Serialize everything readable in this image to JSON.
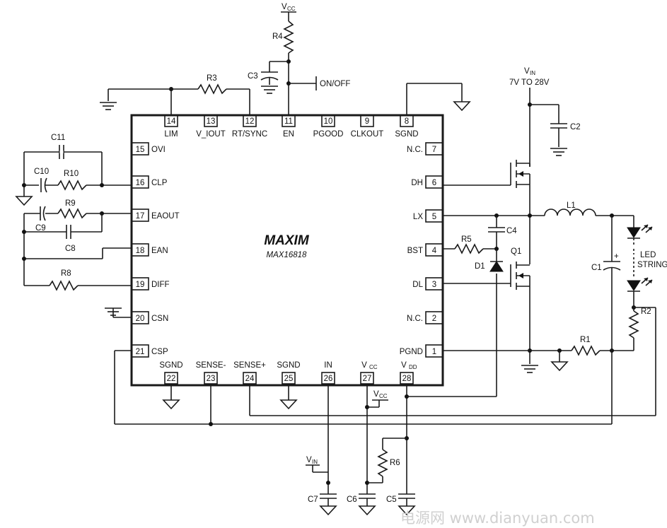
{
  "chip": {
    "logo": "MAXIM",
    "part": "MAX16818",
    "pins": [
      {
        "n": "1",
        "name": "PGND"
      },
      {
        "n": "2",
        "name": "N.C."
      },
      {
        "n": "3",
        "name": "DL"
      },
      {
        "n": "4",
        "name": "BST"
      },
      {
        "n": "5",
        "name": "LX"
      },
      {
        "n": "6",
        "name": "DH"
      },
      {
        "n": "7",
        "name": "N.C."
      },
      {
        "n": "8",
        "name": "SGND"
      },
      {
        "n": "9",
        "name": "CLKOUT"
      },
      {
        "n": "10",
        "name": "PGOOD"
      },
      {
        "n": "11",
        "name": "EN"
      },
      {
        "n": "12",
        "name": "RT/SYNC"
      },
      {
        "n": "13",
        "name": "V_IOUT"
      },
      {
        "n": "14",
        "name": "LIM"
      },
      {
        "n": "15",
        "name": "OVI"
      },
      {
        "n": "16",
        "name": "CLP"
      },
      {
        "n": "17",
        "name": "EAOUT"
      },
      {
        "n": "18",
        "name": "EAN"
      },
      {
        "n": "19",
        "name": "DIFF"
      },
      {
        "n": "20",
        "name": "CSN"
      },
      {
        "n": "21",
        "name": "CSP"
      },
      {
        "n": "22",
        "name": "SGND"
      },
      {
        "n": "23",
        "name": "SENSE-"
      },
      {
        "n": "24",
        "name": "SENSE+"
      },
      {
        "n": "25",
        "name": "SGND"
      },
      {
        "n": "26",
        "name": "IN"
      },
      {
        "n": "27",
        "name": "V",
        "sub": "CC"
      },
      {
        "n": "28",
        "name": "V",
        "sub": "DD"
      }
    ]
  },
  "components": {
    "R1": "R1",
    "R2": "R2",
    "R3": "R3",
    "R4": "R4",
    "R5": "R5",
    "R6": "R6",
    "R8": "R8",
    "R9": "R9",
    "R10": "R10",
    "C1": "C1",
    "C2": "C2",
    "C3": "C3",
    "C4": "C4",
    "C5": "C5",
    "C6": "C6",
    "C7": "C7",
    "C8": "C8",
    "C9": "C9",
    "C10": "C10",
    "C11": "C11",
    "L1": "L1",
    "Q1": "Q1",
    "D1": "D1"
  },
  "nets": {
    "vcc_main": "V",
    "vcc_main_sub": "CC",
    "vcc_bottom": "V",
    "vcc_bottom_sub": "CC",
    "vin_top": "V",
    "vin_top_sub": "IN",
    "vin_range": "7V TO 28V",
    "vin_bottom": "V",
    "vin_bottom_sub": "IN",
    "on_off": "ON/OFF",
    "led_line1": "LED",
    "led_line2": "STRING"
  },
  "watermark": "电源网 www.dianyuan.com"
}
